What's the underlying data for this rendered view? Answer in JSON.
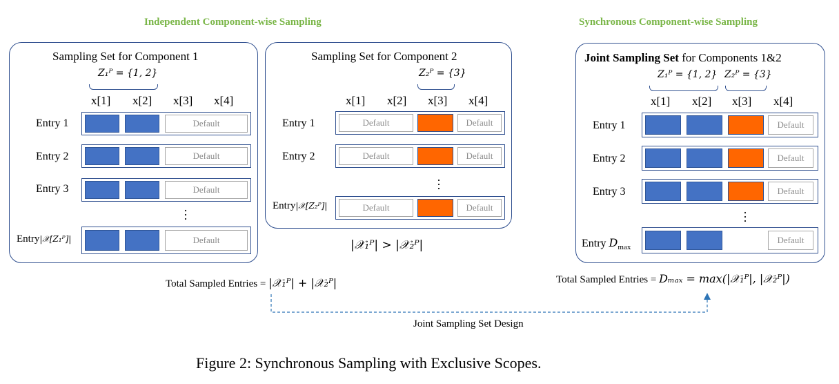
{
  "headings": {
    "independent": "Independent Component-wise Sampling",
    "synchronous": "Synchronous Component-wise Sampling"
  },
  "panel1": {
    "title": "Sampling Set for Component 1",
    "scope": "Z₁ᴾ = {1, 2}",
    "columns": [
      "x[1]",
      "x[2]",
      "x[3]",
      "x[4]"
    ],
    "entries": [
      "Entry 1",
      "Entry 2",
      "Entry 3"
    ],
    "last_entry_prefix": "Entry",
    "last_entry_math": "|𝒳[Z₁ᴾ]|",
    "default_label": "Default"
  },
  "panel2": {
    "title": "Sampling Set for Component 2",
    "scope": "Z₂ᴾ = {3}",
    "columns": [
      "x[1]",
      "x[2]",
      "x[3]",
      "x[4]"
    ],
    "entries": [
      "Entry 1",
      "Entry 2"
    ],
    "last_entry_prefix": "Entry",
    "last_entry_math": "|𝒳[Z₂ᴾ]|",
    "default_label": "Default",
    "comparison": "|𝒳₁ᴾ| > |𝒳₂ᴾ|"
  },
  "panel3": {
    "title_bold": "Joint Sampling Set",
    "title_rest": " for Components 1&2",
    "scope1": "Z₁ᴾ = {1, 2}",
    "scope2": "Z₂ᴾ = {3}",
    "columns": [
      "x[1]",
      "x[2]",
      "x[3]",
      "x[4]"
    ],
    "entries": [
      "Entry 1",
      "Entry 2",
      "Entry 3"
    ],
    "last_entry_prefix": "Entry",
    "last_entry_math": "D",
    "last_entry_sub": "max",
    "default_label": "Default"
  },
  "totals": {
    "left_label": "Total Sampled Entries = ",
    "left_math": "|𝒳₁ᴾ| + |𝒳₂ᴾ|",
    "right_label": "Total Sampled Entries = ",
    "right_math": "Dₘₐₓ = max(|𝒳₁ᴾ|, |𝒳₂ᴾ|)"
  },
  "arrow_label": "Joint Sampling Set Design",
  "caption": "Figure 2: Synchronous Sampling with Exclusive Scopes.",
  "colors": {
    "heading_green": "#7ab648",
    "blue": "#4472c4",
    "orange": "#ff6600",
    "border": "#2f4f8f",
    "dashed": "#2e75b6"
  }
}
